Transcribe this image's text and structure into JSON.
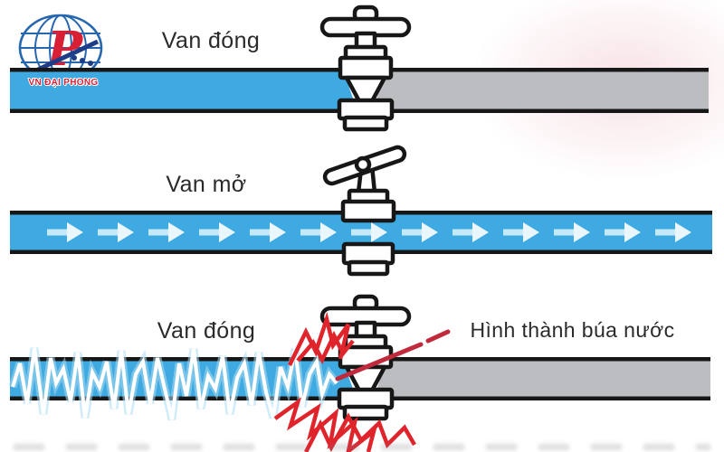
{
  "diagram": "water-hammer-valve",
  "logo": {
    "text": "VN ĐẠI PHONG",
    "monogram": "P"
  },
  "sections": [
    {
      "label": "Van đóng",
      "valve_state": "closed"
    },
    {
      "label": "Van mở",
      "valve_state": "open",
      "arrow_count": 13
    },
    {
      "label": "Van đóng",
      "valve_state": "closed",
      "annotation": "Hình thành búa nước",
      "effect": "shockwave-water-hammer"
    }
  ],
  "colors": {
    "water_blue": "#3fa9e1",
    "pipe_gray": "#bcbdc1",
    "outline_black": "#171717",
    "arrow_light": "#c6e9f8",
    "arrow_head": "#e9f7fd",
    "shock_white": "#ffffff",
    "shock_glow": "#a9ddf3",
    "flash_red": "#e0242c",
    "pointer_red": "#c02a3c",
    "logo_blue": "#2767b0",
    "logo_navy": "#1f3c88",
    "logo_red": "#d81f33",
    "text_dark": "#2a2a2a"
  }
}
